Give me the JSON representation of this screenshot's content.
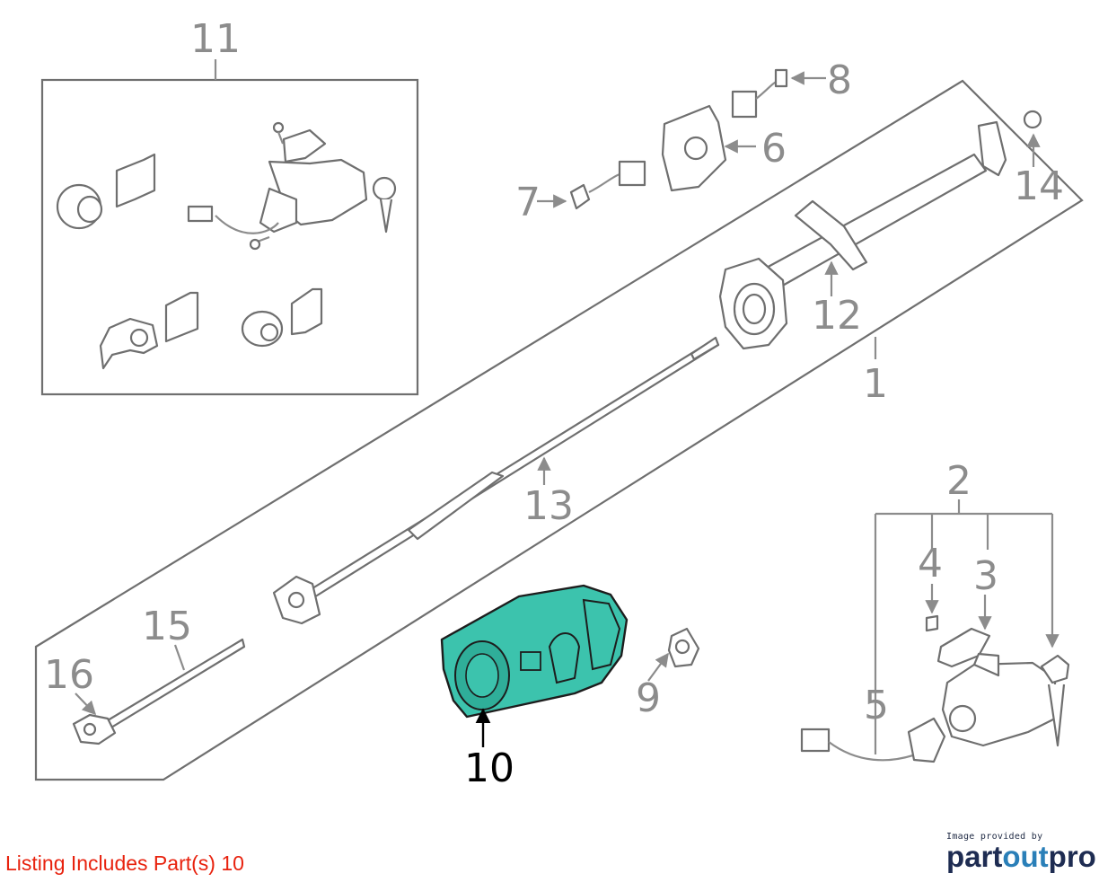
{
  "diagram": {
    "callouts": [
      "1",
      "2",
      "3",
      "4",
      "5",
      "6",
      "7",
      "8",
      "9",
      "10",
      "11",
      "12",
      "13",
      "14",
      "15",
      "16"
    ],
    "highlighted_part": "10",
    "highlight_color": "#3cc3ad"
  },
  "footer": {
    "listing_text": "Listing Includes Part(s)  10",
    "listing_color": "#e8220e"
  },
  "brand": {
    "caption": "Image provided by",
    "name_a": "part",
    "name_b": "out",
    "name_c": "pro"
  }
}
